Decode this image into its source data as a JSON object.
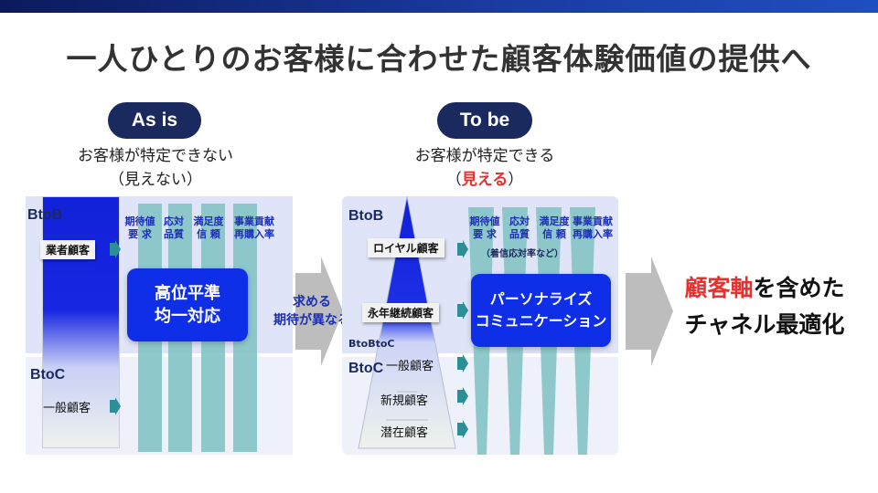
{
  "title": "一人ひとりのお客様に合わせた顧客体験価値の提供へ",
  "as_is": {
    "pill": "As  is",
    "caption_line1": "お客様が特定できない",
    "caption_line2": "（見えない）",
    "btob_label": "BtoB",
    "btoc_label": "BtoC",
    "btob_customer": "業者顧客",
    "btoc_customer": "一般顧客",
    "columns": [
      {
        "line1": "期待値",
        "line2": "要 求"
      },
      {
        "line1": "応対",
        "line2": "品質"
      },
      {
        "line1": "満足度",
        "line2": "信 頼"
      },
      {
        "line1": "事業貢献",
        "line2": "再購入率"
      }
    ],
    "box_line1": "高位平準",
    "box_line2": "均一対応"
  },
  "middle": {
    "line1": "求める",
    "line2": "期待が異なる"
  },
  "to_be": {
    "pill": "To  be",
    "caption_line1": "お客様が特定できる",
    "caption_line2_prefix": "（",
    "caption_line2_red": "見える",
    "caption_line2_suffix": "）",
    "btob_label": "BtoB",
    "btoc_label": "BtoC",
    "btobtoc_label": "BtoBtoC",
    "columns": [
      {
        "line1": "期待値",
        "line2": "要 求"
      },
      {
        "line1": "応対",
        "line2": "品質"
      },
      {
        "line1": "満足度",
        "line2": "信 頼"
      },
      {
        "line1": "事業貢献",
        "line2": "再購入率"
      }
    ],
    "note": "（着信応対率など）",
    "segments": [
      "ロイヤル顧客",
      "永年継続顧客",
      "一般顧客",
      "新規顧客",
      "潜在顧客"
    ],
    "box_line1": "パーソナライズ",
    "box_line2": "コミュニケーション"
  },
  "result": {
    "line1_red": "顧客軸",
    "line1_rest": "を含めた",
    "line2": "チャネル最適化"
  },
  "colors": {
    "navy": "#1b2a5e",
    "accent_blue": "#0f2ee8",
    "teal": "#86c4c6",
    "red": "#e8312f"
  }
}
